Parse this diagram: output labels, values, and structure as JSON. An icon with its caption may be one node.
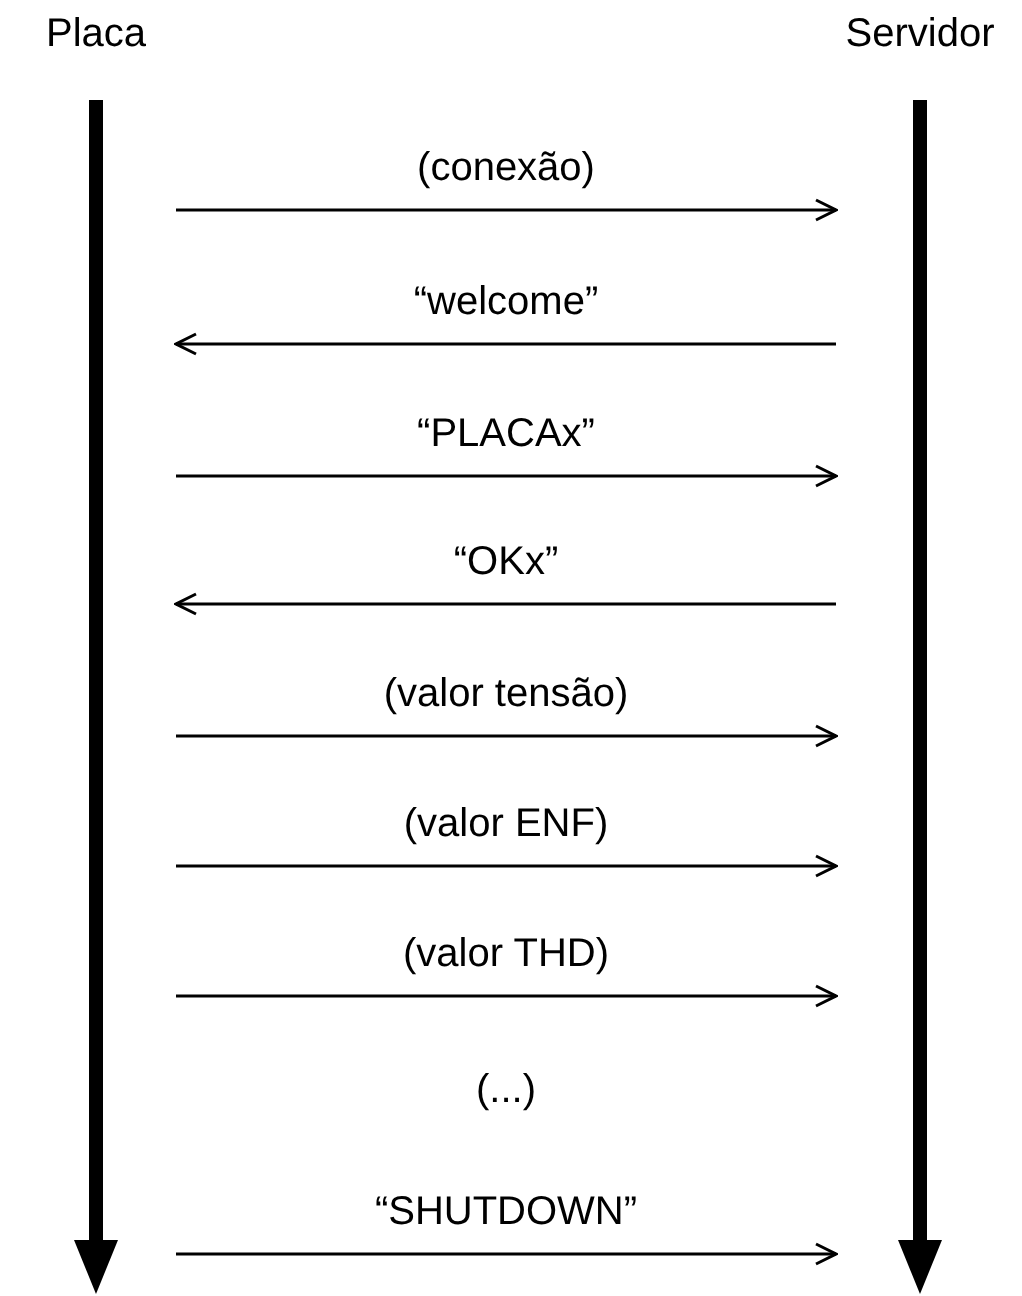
{
  "diagram": {
    "nodes": [
      {
        "text": [
          "Placa"
        ]
      },
      {
        "text": [
          "Servidor"
        ]
      }
    ],
    "edges": [
      {
        "from": 0,
        "to": 1,
        "arrow": "to",
        "label": "(conexão)"
      },
      {
        "from": 1,
        "to": 0,
        "arrow": "to",
        "label": "“welcome”"
      },
      {
        "from": 0,
        "to": 1,
        "arrow": "to",
        "label": "“PLACAx”"
      },
      {
        "from": 1,
        "to": 0,
        "arrow": "to",
        "label": "“OKx”"
      },
      {
        "from": 0,
        "to": 1,
        "arrow": "to",
        "label": "(valor tensão)"
      },
      {
        "from": 0,
        "to": 1,
        "arrow": "to",
        "label": "(valor ENF)"
      },
      {
        "from": 0,
        "to": 1,
        "arrow": "to",
        "label": "(valor THD)"
      },
      {
        "from": 0,
        "to": 1,
        "arrow": "to",
        "label": "“SHUTDOWN”"
      }
    ],
    "labels": [
      "(...)"
    ]
  }
}
